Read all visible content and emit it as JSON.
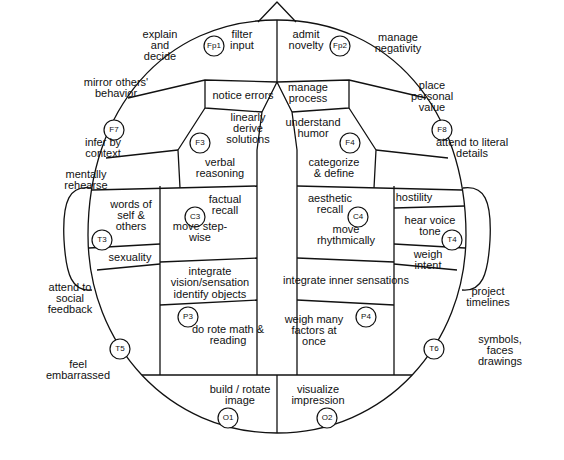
{
  "diagram": {
    "nodes": [
      {
        "text": [
          "Fp1"
        ]
      },
      {
        "text": [
          "Fp2"
        ]
      },
      {
        "text": [
          "F7"
        ]
      },
      {
        "text": [
          "F3"
        ]
      },
      {
        "text": [
          "F4"
        ]
      },
      {
        "text": [
          "F8"
        ]
      },
      {
        "text": [
          "T3"
        ]
      },
      {
        "text": [
          "C3"
        ]
      },
      {
        "text": [
          "C4"
        ]
      },
      {
        "text": [
          "T4"
        ]
      },
      {
        "text": [
          "P3"
        ]
      },
      {
        "text": [
          "P4"
        ]
      },
      {
        "text": [
          "T5"
        ]
      },
      {
        "text": [
          "T6"
        ]
      },
      {
        "text": [
          "O1"
        ]
      },
      {
        "text": [
          "O2"
        ]
      }
    ],
    "labels": [
      "explain and decide",
      "filter input",
      "admit novelty",
      "manage negativity",
      "mirror others' behavior",
      "notice errors",
      "manage process",
      "place personal value",
      "infer by context",
      "linearly derive solutions",
      "understand humor",
      "attend to literal details",
      "mentally rehearse",
      "verbal reasoning",
      "categorize & define",
      "hostility",
      "words of self & others",
      "factual recall",
      "aesthetic recall",
      "hear voice tone",
      "move step-wise",
      "move rhythmically",
      "sexuality",
      "weigh intent",
      "integrate vision/sensation",
      "integrate inner sensations",
      "identify objects",
      "attend to social feedback",
      "project timelines",
      "weigh many factors at once",
      "do rote math & reading",
      "symbols, faces drawings",
      "feel embarrassed",
      "build / rotate image",
      "visualize impression"
    ]
  }
}
